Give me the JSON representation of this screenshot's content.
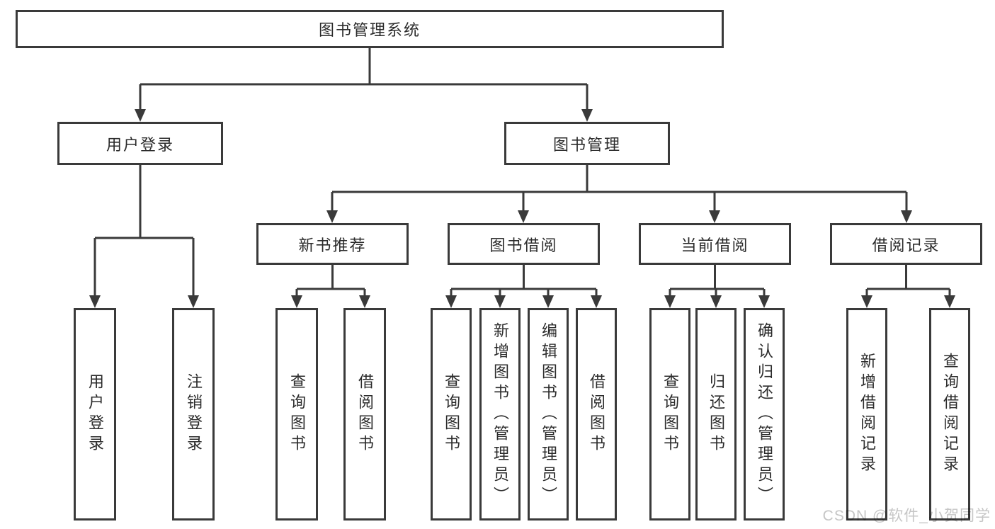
{
  "diagram": {
    "root": {
      "label": "图书管理系统"
    },
    "level2": [
      {
        "label": "用户登录",
        "children": [
          {
            "label": "用户登录"
          },
          {
            "label": "注销登录"
          }
        ]
      },
      {
        "label": "图书管理",
        "children": [
          {
            "label": "新书推荐",
            "children": [
              {
                "label": "查询图书"
              },
              {
                "label": "借阅图书"
              }
            ]
          },
          {
            "label": "图书借阅",
            "children": [
              {
                "label": "查询图书"
              },
              {
                "label": "新增图书（管理员）"
              },
              {
                "label": "编辑图书（管理员）"
              },
              {
                "label": "借阅图书"
              }
            ]
          },
          {
            "label": "当前借阅",
            "children": [
              {
                "label": "查询图书"
              },
              {
                "label": "归还图书"
              },
              {
                "label": "确认归还（管理员）"
              }
            ]
          },
          {
            "label": "借阅记录",
            "children": [
              {
                "label": "新增借阅记录"
              },
              {
                "label": "查询借阅记录"
              }
            ]
          }
        ]
      }
    ],
    "colors": {
      "line": "#3a3a3a",
      "text": "#2b2b2b",
      "background": "#ffffff",
      "watermark": "#c6c6c6"
    },
    "watermark": "CSDN @软件_小贺同学"
  }
}
